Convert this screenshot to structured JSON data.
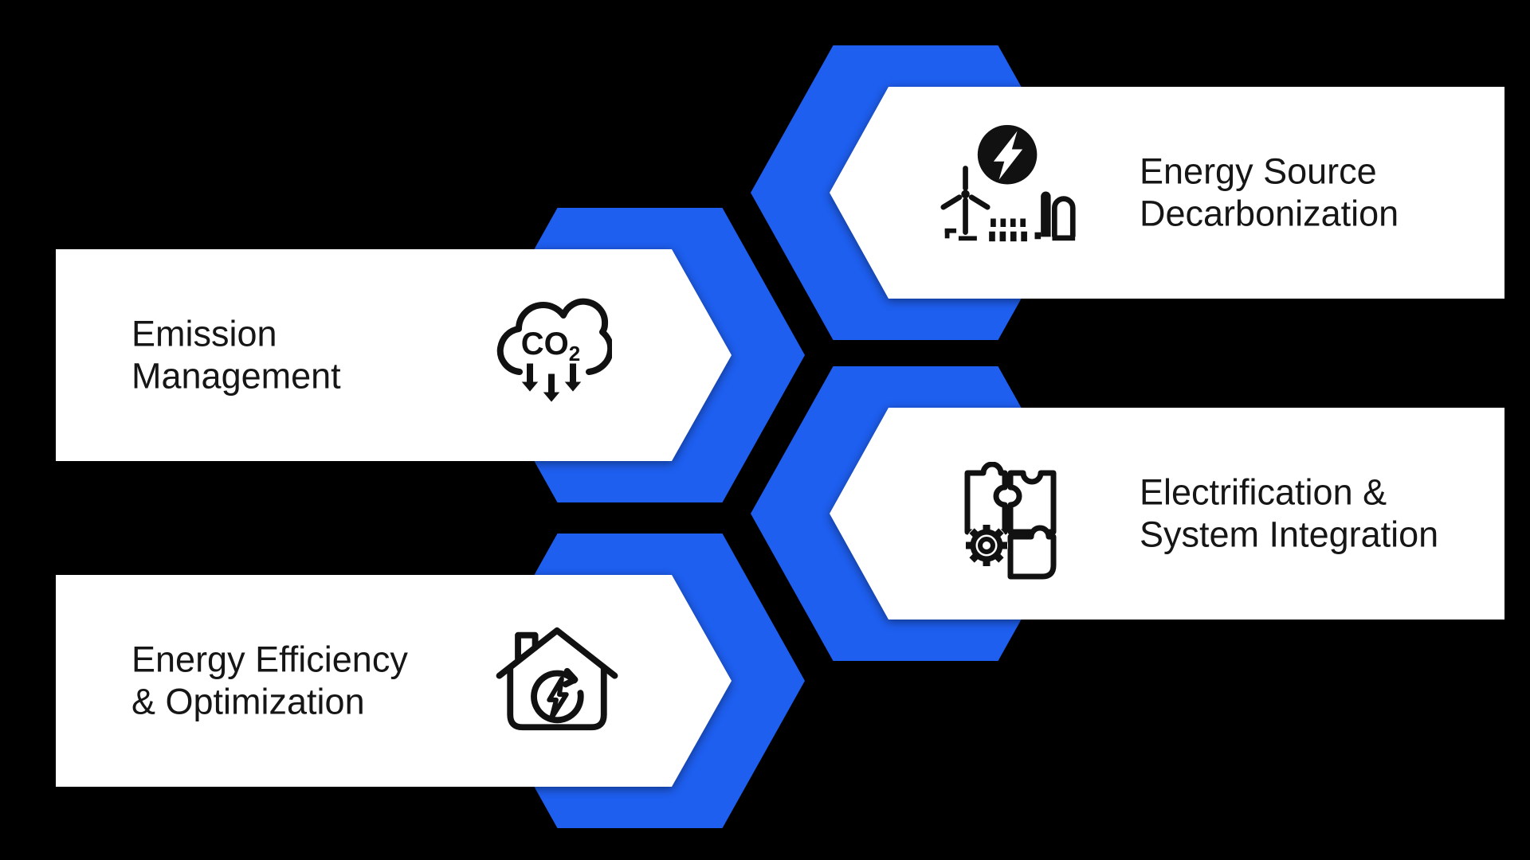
{
  "canvas": {
    "background_color": "#000000",
    "accent_blue": "#1E5FF0",
    "banner_color": "#ffffff",
    "text_color": "#161616",
    "icon_stroke_color": "#111111"
  },
  "cards": [
    {
      "id": "energy-source-decarbonization",
      "side": "right",
      "title_line1": "Energy Source",
      "title_line2": "Decarbonization",
      "icon": "power-sources-icon"
    },
    {
      "id": "emission-management",
      "side": "left",
      "title_line1": "Emission",
      "title_line2": "Management",
      "icon": "co2-cloud-icon"
    },
    {
      "id": "electrification-system-integration",
      "side": "right",
      "title_line1": "Electrification &",
      "title_line2": "System Integration",
      "icon": "puzzle-gear-icon"
    },
    {
      "id": "energy-efficiency-optimization",
      "side": "left",
      "title_line1": "Energy Efficiency",
      "title_line2": "& Optimization",
      "icon": "house-energy-icon"
    }
  ],
  "co2_icon": {
    "label_main": "CO",
    "label_sub": "2"
  }
}
